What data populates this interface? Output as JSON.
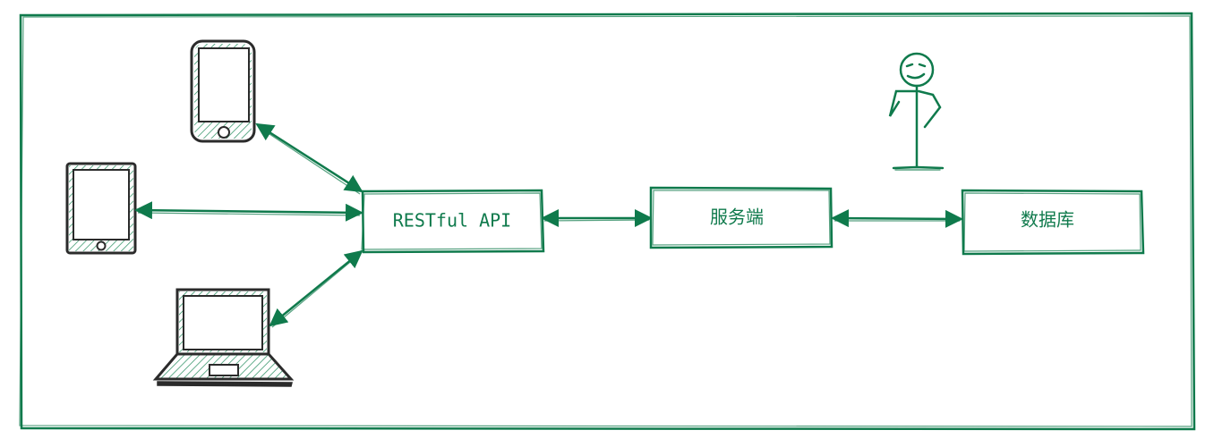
{
  "colors": {
    "stroke": "#0f7a4c",
    "device_dark": "#2b2b2b",
    "hatch": "#1f8a5a"
  },
  "nodes": {
    "api": {
      "label": "RESTful API"
    },
    "server": {
      "label": "服务端"
    },
    "database": {
      "label": "数据库"
    }
  },
  "icons": {
    "phone": "smartphone-icon",
    "tablet": "tablet-icon",
    "laptop": "laptop-icon",
    "person": "stick-figure-icon"
  },
  "edges": [
    {
      "from": "phone",
      "to": "api",
      "direction": "both"
    },
    {
      "from": "tablet",
      "to": "api",
      "direction": "both"
    },
    {
      "from": "laptop",
      "to": "api",
      "direction": "both"
    },
    {
      "from": "api",
      "to": "server",
      "direction": "both"
    },
    {
      "from": "server",
      "to": "database",
      "direction": "both"
    }
  ]
}
